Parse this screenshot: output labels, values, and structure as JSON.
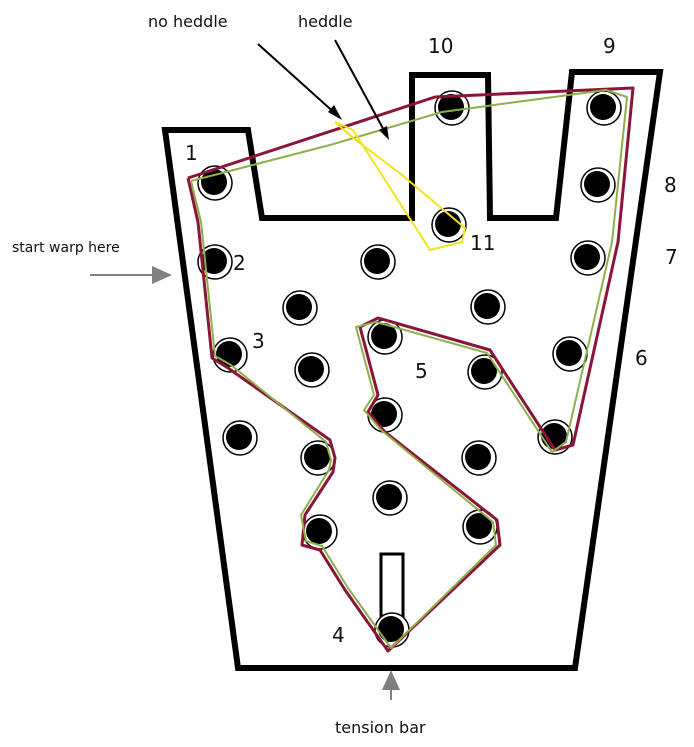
{
  "annotations": {
    "no_heddle": "no heddle",
    "heddle": "heddle",
    "start_warp": "start warp here",
    "tension_bar": "tension bar"
  },
  "pegs": {
    "p1": "1",
    "p2": "2",
    "p3": "3",
    "p4": "4",
    "p5": "5",
    "p6": "6",
    "p7": "7",
    "p8": "8",
    "p9": "9",
    "p10": "10",
    "p11": "11"
  },
  "colors": {
    "frame": "#000000",
    "warp_path_a": "#8b1538",
    "warp_path_b": "#8db04a",
    "heddle_path": "#f2e21d",
    "arrow": "#808080"
  }
}
